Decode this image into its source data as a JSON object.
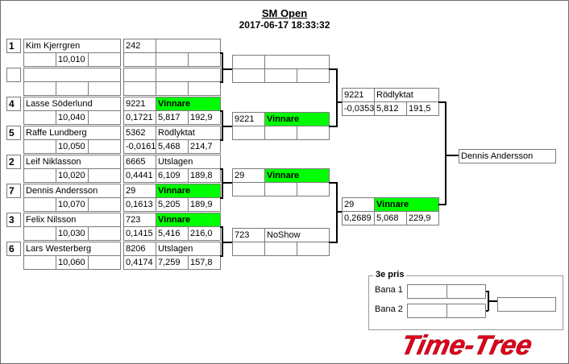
{
  "header": {
    "title": "SM Open",
    "datetime": "2017-06-17 18:33:32"
  },
  "round1": [
    {
      "seed": "1",
      "name": "Kim Kjerrgren",
      "time": "10,010",
      "rt": "242",
      "status": "",
      "win": false,
      "r1": "",
      "r2": "",
      "r3": ""
    },
    {
      "seed": "",
      "name": "",
      "time": "",
      "rt": "",
      "status": "",
      "win": false,
      "r1": "",
      "r2": "",
      "r3": ""
    },
    {
      "seed": "4",
      "name": "Lasse Söderlund",
      "time": "10,040",
      "rt": "9221",
      "status": "Vinnare",
      "win": true,
      "r1": "0,1721",
      "r2": "5,817",
      "r3": "192,9"
    },
    {
      "seed": "5",
      "name": "Raffe Lundberg",
      "time": "10,050",
      "rt": "5362",
      "status": "Rödlyktat",
      "win": false,
      "r1": "-0,0161",
      "r2": "5,468",
      "r3": "214,7"
    },
    {
      "seed": "2",
      "name": "Leif Niklasson",
      "time": "10,020",
      "rt": "6665",
      "status": "Utslagen",
      "win": false,
      "r1": "0,4441",
      "r2": "6,109",
      "r3": "189,8"
    },
    {
      "seed": "7",
      "name": "Dennis Andersson",
      "time": "10,070",
      "rt": "29",
      "status": "Vinnare",
      "win": true,
      "r1": "0,1613",
      "r2": "5,205",
      "r3": "189,9"
    },
    {
      "seed": "3",
      "name": "Felix Nilsson",
      "time": "10,030",
      "rt": "723",
      "status": "Vinnare",
      "win": true,
      "r1": "0,1415",
      "r2": "5,416",
      "r3": "216,0"
    },
    {
      "seed": "6",
      "name": "Lars Westerberg",
      "time": "10,060",
      "rt": "8206",
      "status": "Utslagen",
      "win": false,
      "r1": "0,4174",
      "r2": "7,259",
      "r3": "157,8"
    }
  ],
  "round2": [
    {
      "rt": "",
      "status": "",
      "win": false,
      "r1": "",
      "r2": "",
      "r3": ""
    },
    {
      "rt": "9221",
      "status": "Vinnare",
      "win": true,
      "r1": "",
      "r2": "",
      "r3": ""
    },
    {
      "rt": "29",
      "status": "Vinnare",
      "win": true,
      "r1": "",
      "r2": "",
      "r3": ""
    },
    {
      "rt": "723",
      "status": "NoShow",
      "win": false,
      "r1": "",
      "r2": "",
      "r3": ""
    }
  ],
  "round3": [
    {
      "rt": "9221",
      "status": "Rödlyktat",
      "win": false,
      "r1": "-0,0353",
      "r2": "5,812",
      "r3": "191,5"
    },
    {
      "rt": "29",
      "status": "Vinnare",
      "win": true,
      "r1": "0,2689",
      "r2": "5,068",
      "r3": "229,9"
    }
  ],
  "final": {
    "winner": "Dennis Andersson"
  },
  "third_place": {
    "label": "3e pris",
    "lane1": "Bana 1",
    "lane2": "Bana 2",
    "result": ""
  },
  "logo": {
    "text": "Time-Tree"
  },
  "colors": {
    "winner": "#00ff00",
    "logo": "#e0001b"
  }
}
